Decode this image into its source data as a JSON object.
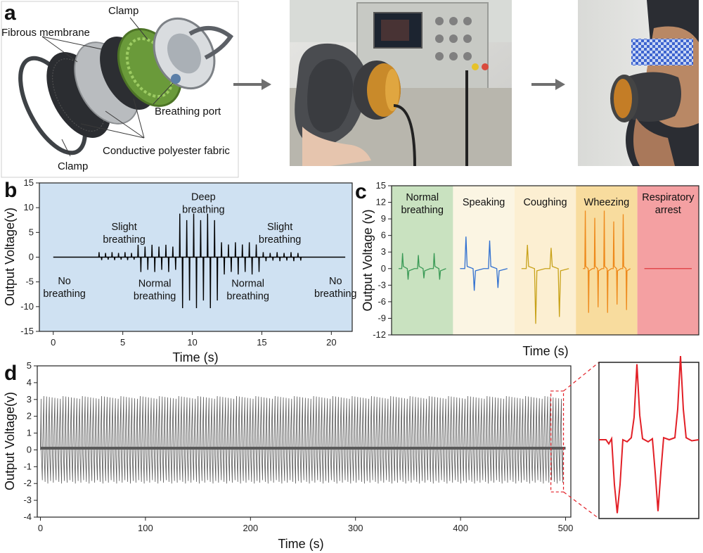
{
  "panel_a": {
    "letter": "a",
    "labels": {
      "clamp_top": "Clamp",
      "fibrous_membrane": "Fibrous membrane",
      "breathing_port": "Breathing port",
      "conductive_fabric": "Conductive polyester fabric",
      "clamp_bottom": "Clamp"
    }
  },
  "chart_data": [
    {
      "panel": "b",
      "type": "line",
      "xlabel": "Time (s)",
      "ylabel": "Output Voltage(v)",
      "xlim": [
        -1,
        21.5
      ],
      "ylim": [
        -15,
        15
      ],
      "xticks": [
        0,
        5,
        10,
        15,
        20
      ],
      "yticks": [
        -15,
        -10,
        -5,
        0,
        5,
        10,
        15
      ],
      "background": "#cfe1f2",
      "line_color": "#000000",
      "annotations": [
        {
          "text": "No breathing",
          "x": 0.8,
          "y": -5.5
        },
        {
          "text": "Slight breathing",
          "x": 5.1,
          "y": 5.5
        },
        {
          "text": "Normal breathing",
          "x": 7.3,
          "y": -6.0
        },
        {
          "text": "Deep breathing",
          "x": 10.8,
          "y": 11.5
        },
        {
          "text": "Normal breathing",
          "x": 14.0,
          "y": -6.0
        },
        {
          "text": "Slight breathing",
          "x": 16.3,
          "y": 5.5
        },
        {
          "text": "No breathing",
          "x": 20.3,
          "y": -5.5
        }
      ],
      "segments": [
        {
          "label": "No breathing",
          "t_start": 0,
          "t_end": 3.2,
          "pos": 0,
          "neg": 0
        },
        {
          "label": "Slight breathing",
          "t_start": 3.2,
          "t_end": 6.0,
          "pos": 1.0,
          "neg": -0.6
        },
        {
          "label": "Normal breathing",
          "t_start": 6.0,
          "t_end": 9.0,
          "pos": 2.5,
          "neg": -3.0
        },
        {
          "label": "Deep breathing",
          "t_start": 9.0,
          "t_end": 12.0,
          "pos": 8.8,
          "neg": -10.3
        },
        {
          "label": "Normal breathing",
          "t_start": 12.0,
          "t_end": 15.0,
          "pos": 3.0,
          "neg": -3.5
        },
        {
          "label": "Slight breathing",
          "t_start": 15.0,
          "t_end": 18.0,
          "pos": 1.0,
          "neg": -0.8
        },
        {
          "label": "No breathing",
          "t_start": 18.0,
          "t_end": 21.0,
          "pos": 0,
          "neg": 0
        }
      ]
    },
    {
      "panel": "c",
      "type": "line",
      "xlabel": "Time (s)",
      "ylabel": "Output Voltage (v)",
      "ylim": [
        -12,
        15
      ],
      "yticks": [
        -12,
        -9,
        -6,
        -3,
        0,
        3,
        6,
        9,
        12,
        15
      ],
      "segments": [
        {
          "label": "Normal breathing",
          "bg": "#c9e2c0",
          "color": "#3a9a56",
          "pos": 2.8,
          "neg": -2.0
        },
        {
          "label": "Speaking",
          "bg": "#fbf5e3",
          "color": "#2f6fd0",
          "pos": 5.8,
          "neg": -4.0
        },
        {
          "label": "Coughing",
          "bg": "#fcefd2",
          "color": "#c8a21a",
          "pos": 4.3,
          "neg": -10.0
        },
        {
          "label": "Wheezing",
          "bg": "#f8dc9e",
          "color": "#ee8a1c",
          "pos": 10.5,
          "neg": -8.0
        },
        {
          "label": "Respiratory arrest",
          "bg": "#f4a0a2",
          "color": "#e03a3e",
          "pos": 0,
          "neg": 0
        }
      ]
    },
    {
      "panel": "d",
      "type": "line",
      "xlabel": "Time (s)",
      "ylabel": "Output Voltage(v)",
      "xlim": [
        -3,
        505
      ],
      "ylim": [
        -4,
        5
      ],
      "xticks": [
        0,
        100,
        200,
        300,
        400,
        500
      ],
      "yticks": [
        -4,
        -3,
        -2,
        -1,
        0,
        1,
        2,
        3,
        4,
        5
      ],
      "amplitude_pos": 3.2,
      "amplitude_neg": -2.0,
      "line_color": "#5a5a5a",
      "zoom_region": [
        486,
        498
      ],
      "zoom_color": "#e21f26"
    }
  ]
}
